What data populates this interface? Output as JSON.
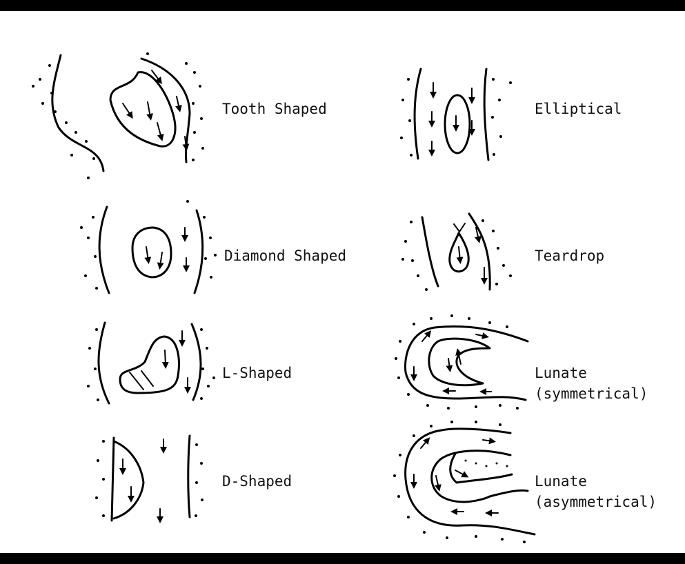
{
  "labels": {
    "tooth": "Tooth Shaped",
    "elliptical": "Elliptical",
    "diamond": "Diamond Shaped",
    "teardrop": "Teardrop",
    "lshaped": "L-Shaped",
    "lunate_sym_1": "Lunate",
    "lunate_sym_2": "(symmetrical)",
    "dshaped": "D-Shaped",
    "lunate_asym_1": "Lunate",
    "lunate_asym_2": "(asymmetrical)"
  }
}
